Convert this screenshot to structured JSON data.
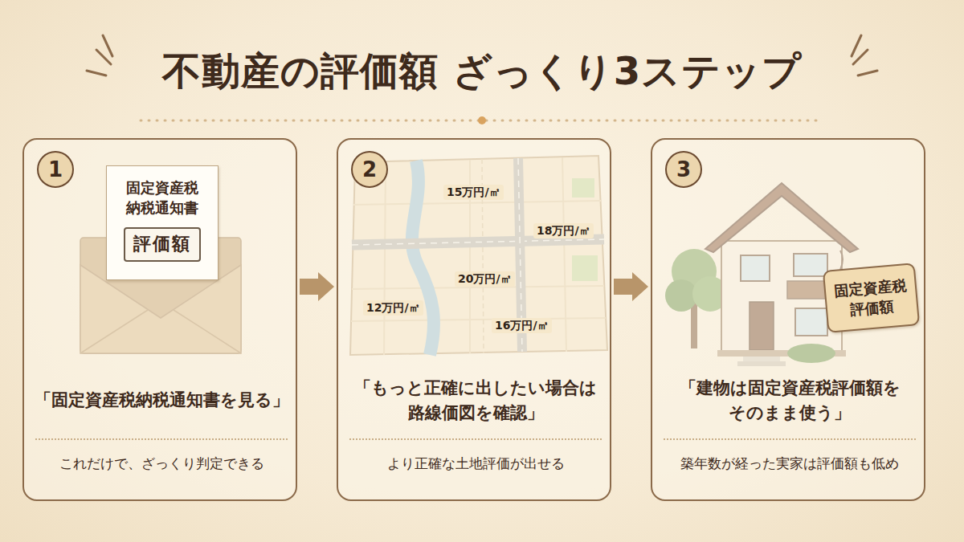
{
  "diagram": {
    "title": "不動産の評価額 ざっくり3ステップ",
    "nodes": [
      {
        "text": [
          "「固定資産税納税通知書を見る」",
          "これだけで、ざっくり判定できる"
        ]
      },
      {
        "text": [
          "1"
        ],
        "in": 0
      },
      {
        "text": [
          "固定資産税 納税通知書"
        ],
        "in": 0
      },
      {
        "text": [
          "評価額"
        ],
        "in": 2
      },
      {
        "text": [
          "「もっと正確に出したい場合は 路線価図を確認」",
          "より正確な土地評価が出せる"
        ]
      },
      {
        "text": [
          "2"
        ],
        "in": 4
      },
      {
        "text": [
          "「建物は固定資産税評価額を そのまま使う」",
          "築年数が経った実家は評価額も低め"
        ]
      },
      {
        "text": [
          "3"
        ],
        "in": 6
      },
      {
        "text": [
          "固定資産税 評価額"
        ],
        "in": 6
      }
    ],
    "edges": [
      {
        "from": 0,
        "to": 4,
        "arrow": "to"
      },
      {
        "from": 4,
        "to": 6,
        "arrow": "to"
      }
    ],
    "labels": [
      "15万円/㎡",
      "18万円/㎡",
      "20万円/㎡",
      "12万円/㎡",
      "16万円/㎡"
    ]
  }
}
